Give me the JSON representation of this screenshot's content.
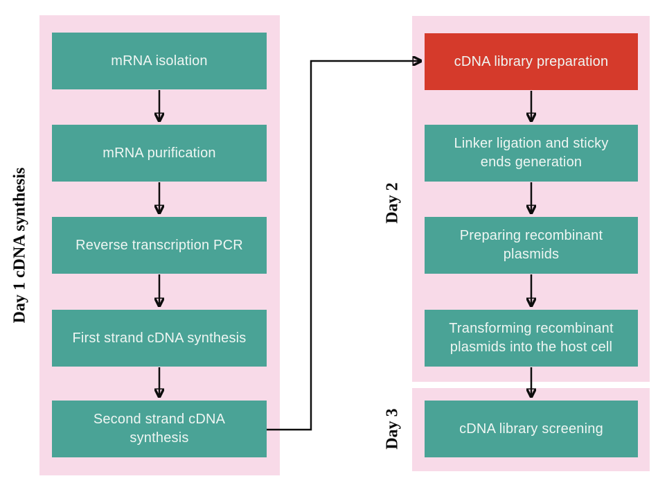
{
  "diagram": {
    "colors": {
      "background": "#FFFFFF",
      "panel_pink": "#F8DAE8",
      "node_teal": "#4AA396",
      "node_red": "#D53A2B",
      "node_text": "#EFF6F3",
      "label_text": "#0A0A0A",
      "arrow": "#0D0D0D"
    },
    "groups": [
      {
        "label": "Day 1 cDNA synthesis",
        "steps": [
          "mRNA isolation",
          "mRNA purification",
          "Reverse transcription PCR",
          "First strand cDNA synthesis",
          "Second strand cDNA synthesis"
        ]
      },
      {
        "label": "Day 2",
        "steps": [
          "cDNA library preparation",
          "Linker ligation and sticky ends generation",
          "Preparing recombinant plasmids",
          "Transforming recombinant plasmids into the host cell"
        ]
      },
      {
        "label": "Day 3",
        "steps": [
          "cDNA library screening"
        ]
      }
    ]
  }
}
